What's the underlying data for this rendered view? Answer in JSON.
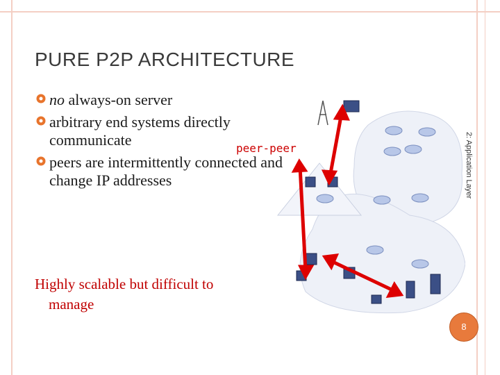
{
  "slide": {
    "title": "PURE P2P ARCHITECTURE",
    "bullets": [
      {
        "text": "no always-on server",
        "italic_prefix": "no"
      },
      {
        "text": "arbitrary end systems directly communicate"
      },
      {
        "text": "peers are intermittently connected and change IP addresses"
      }
    ],
    "peer_label": "peer-peer",
    "note_line1": "Highly scalable but difficult to",
    "note_line2": "manage",
    "side_label": "2: Application Layer",
    "page_number": "8"
  },
  "colors": {
    "accent": "#cc0000",
    "bullet_icon": "#e8742c",
    "frame": "#f4cfc4",
    "network_cloud": "#eef1f8",
    "router": "#b8c7e8"
  }
}
